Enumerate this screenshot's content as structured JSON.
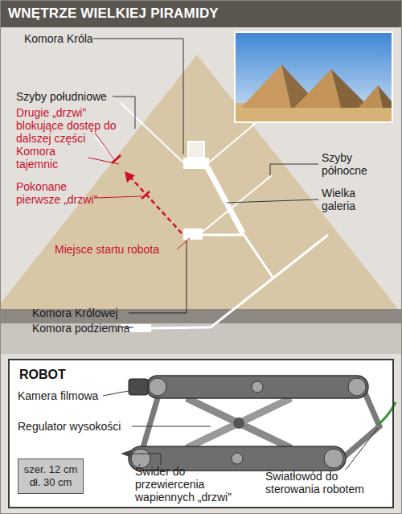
{
  "diagram": {
    "title": "WNĘTRZE WIELKIEJ PIRAMIDY",
    "nodes": [
      {
        "text": [
          "ROBOT"
        ]
      },
      {
        "text": [
          "szer. 12 cm dł. 30 cm"
        ],
        "in": 0
      }
    ],
    "labels": [
      "Komora Króla",
      "Szyby południowe",
      "Drugie „drzwi” blokujące dostęp do dalszej części",
      "Komora tajemnic",
      "Pokonane pierwsze „drzwi”",
      "Miejsce startu robota",
      "Szyby północne",
      "Wielka galeria",
      "Komora Królowej",
      "Komora podziemna",
      "Kamera filmowa",
      "Regulator wysokości",
      "Świder do przewiercenia wapiennych „drzwi”",
      "Światłowód do sterowania robotem"
    ]
  }
}
